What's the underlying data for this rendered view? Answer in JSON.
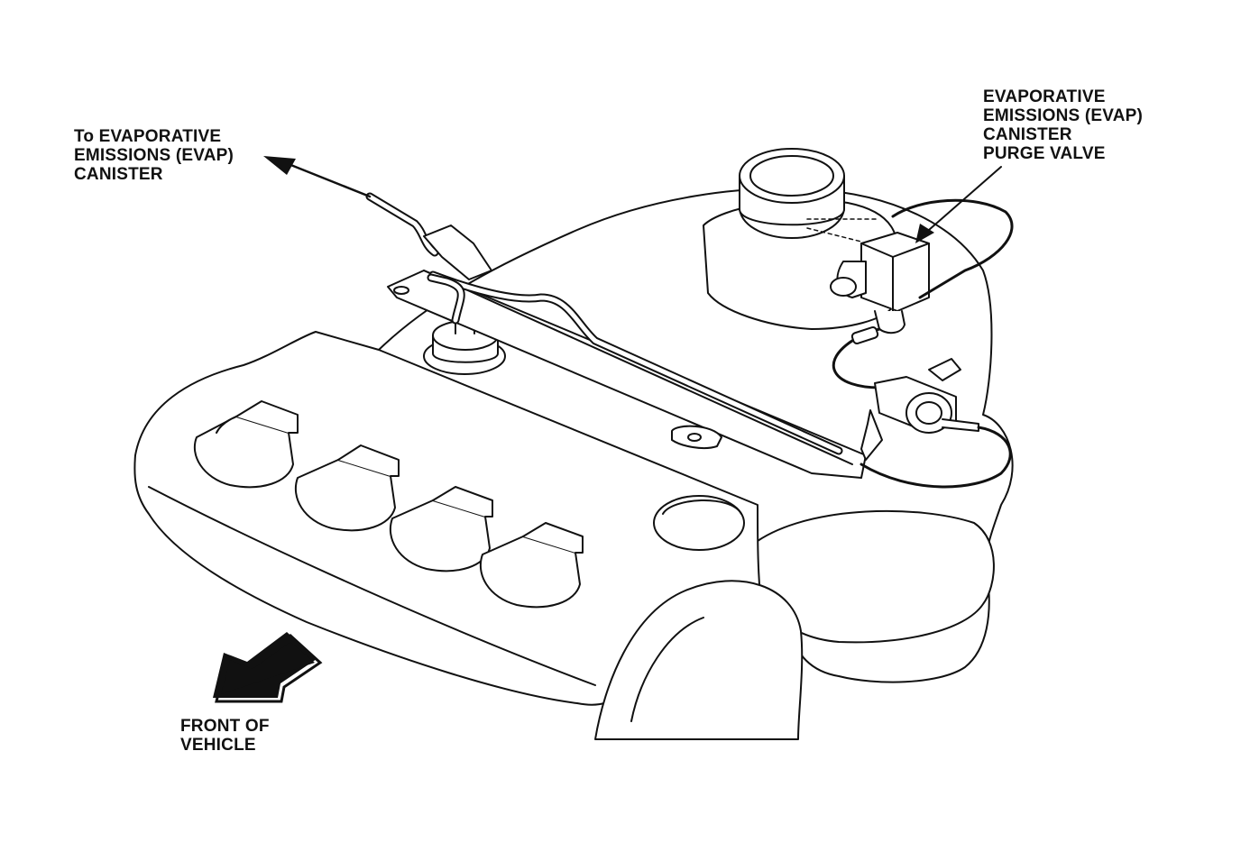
{
  "labels": {
    "to_canister": [
      "To EVAPORATIVE",
      "EMISSIONS (EVAP)",
      "CANISTER"
    ],
    "purge_valve": [
      "EVAPORATIVE",
      "EMISSIONS (EVAP)",
      "CANISTER",
      "PURGE VALVE"
    ],
    "front_of_vehicle": [
      "FRONT OF",
      "VEHICLE"
    ]
  },
  "colors": {
    "line": "#111111",
    "background": "#ffffff",
    "part_fill": "#ffffff"
  }
}
